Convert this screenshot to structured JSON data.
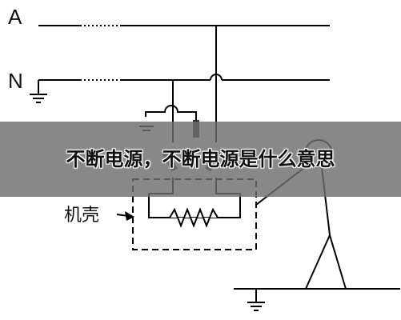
{
  "diagram": {
    "line_a_label": "A",
    "line_n_label": "N",
    "casing_label": "机壳"
  },
  "banner": {
    "title": "不断电源，不断电源是什么意思"
  }
}
